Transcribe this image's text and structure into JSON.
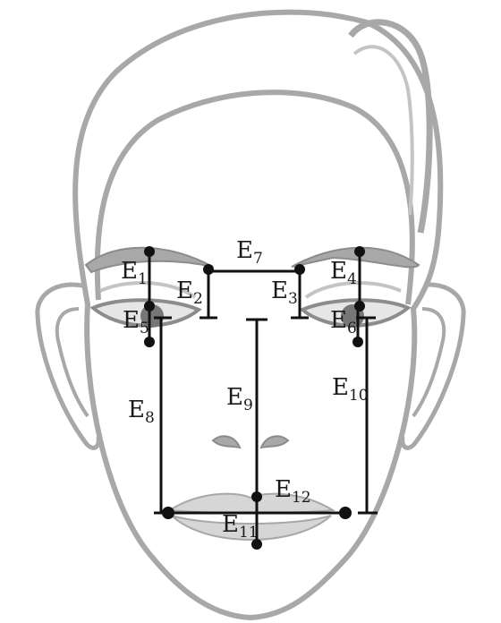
{
  "diagram": {
    "labels": [
      {
        "id": "E1",
        "letter": "E",
        "sub": "1"
      },
      {
        "id": "E2",
        "letter": "E",
        "sub": "2"
      },
      {
        "id": "E3",
        "letter": "E",
        "sub": "3"
      },
      {
        "id": "E4",
        "letter": "E",
        "sub": "4"
      },
      {
        "id": "E5",
        "letter": "E",
        "sub": "5"
      },
      {
        "id": "E6",
        "letter": "E",
        "sub": "6"
      },
      {
        "id": "E7",
        "letter": "E",
        "sub": "7"
      },
      {
        "id": "E8",
        "letter": "E",
        "sub": "8"
      },
      {
        "id": "E9",
        "letter": "E",
        "sub": "9"
      },
      {
        "id": "E10",
        "letter": "E",
        "sub": "10"
      },
      {
        "id": "E11",
        "letter": "E",
        "sub": "11"
      },
      {
        "id": "E12",
        "letter": "E",
        "sub": "12"
      }
    ],
    "colors": {
      "outline": "#a8a8a8",
      "outline_dark": "#8c8c8c",
      "feature_fill": "#bdbdbd",
      "lip_fill": "#d6d6d6",
      "measure": "#111111"
    }
  }
}
